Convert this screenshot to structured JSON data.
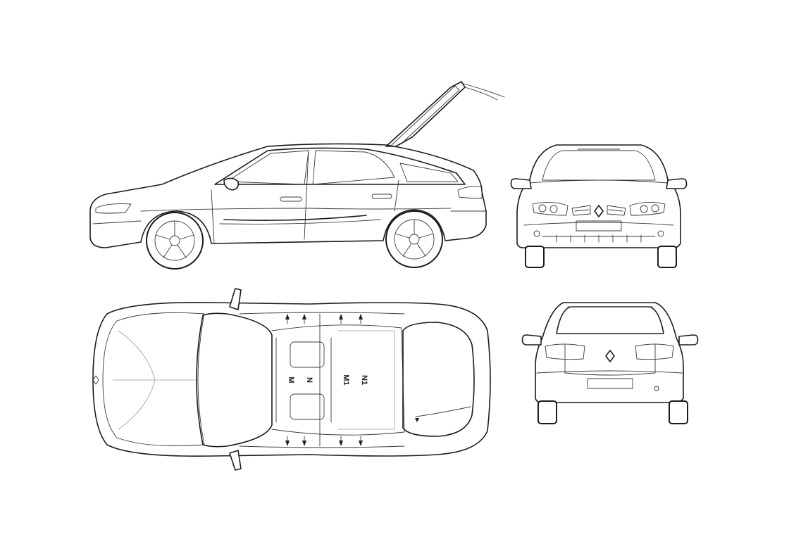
{
  "diagram": {
    "views": [
      "side-view",
      "front-view",
      "top-view",
      "rear-view"
    ],
    "seat_marks": {
      "front_left": "M",
      "front_right": "N",
      "rear_left": "M1",
      "rear_right": "N1"
    },
    "line_color": "#1b1b1b",
    "background_color": "#ffffff"
  }
}
